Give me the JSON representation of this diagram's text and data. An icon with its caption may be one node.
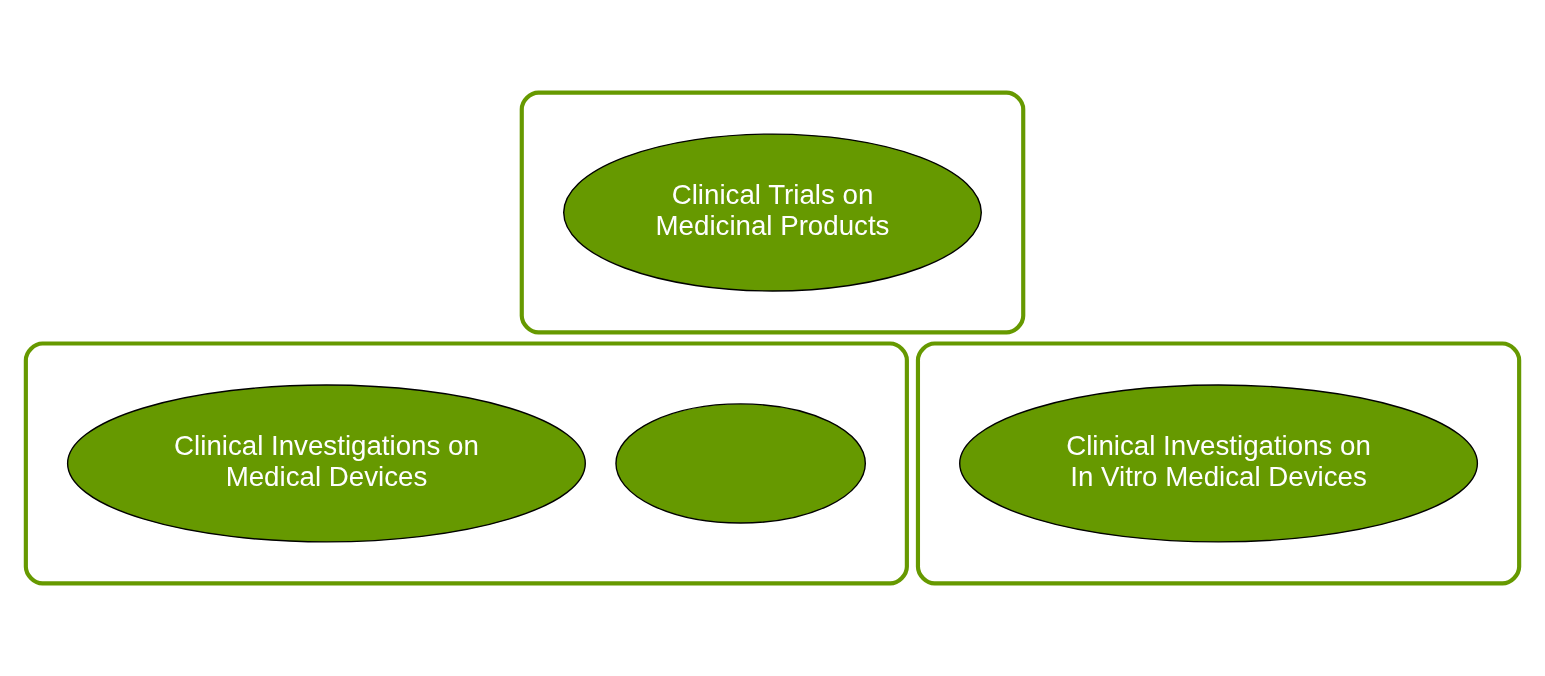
{
  "diagram": {
    "nodes": [
      {
        "text": [],
        "shape": "box"
      },
      {
        "text": [
          "Clinical Trials on Medicinal Products"
        ],
        "in": 0
      },
      {
        "text": [],
        "shape": "box"
      },
      {
        "text": [],
        "shape": "ellipse",
        "in": 2
      },
      {
        "text": [
          "Clinical Investigations on Medical Devices"
        ],
        "in": 2
      },
      {
        "text": [],
        "shape": "box"
      },
      {
        "text": [
          "Clinical Investigations on In Vitro Medical Devices"
        ],
        "in": 5
      }
    ],
    "edges": []
  }
}
